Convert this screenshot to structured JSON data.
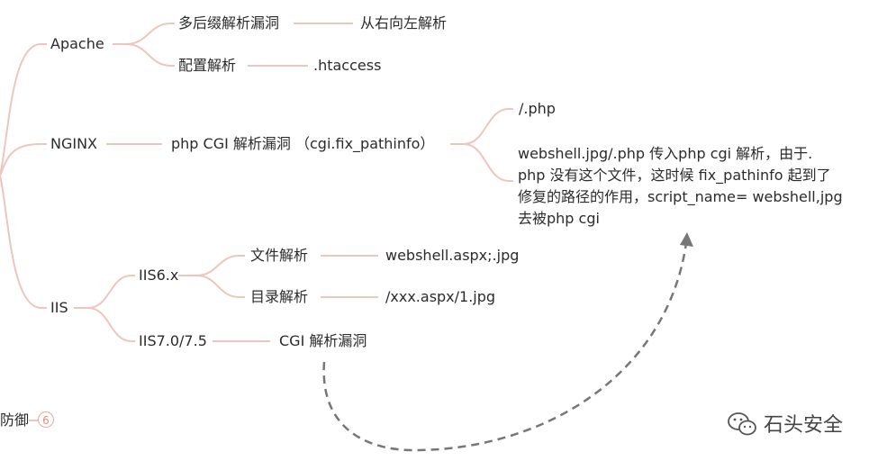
{
  "branches": {
    "apache": "Apache",
    "nginx": "NGINX",
    "iis": "IIS"
  },
  "apache": {
    "multi_suffix": "多后缀解析漏洞",
    "multi_suffix_detail": "从右向左解析",
    "config": "配置解析",
    "config_detail": ".htaccess"
  },
  "nginx": {
    "cgi": "php CGI 解析漏洞 （cgi.fix_pathinfo）",
    "detail_1": "/.php",
    "note_lines": [
      "webshell.jpg/.php 传入php cgi 解析，由于.",
      "php 没有这个文件，这时候 fix_pathinfo 起到了",
      "修复的路径的作用，script_name= webshell,jpg",
      "去被php cgi"
    ]
  },
  "iis": {
    "v6": "IIS6.x",
    "file_parse": "文件解析",
    "file_parse_detail": "webshell.aspx;.jpg",
    "dir_parse": "目录解析",
    "dir_parse_detail": "/xxx.aspx/1.jpg",
    "v7": "IIS7.0/7.5",
    "v7_detail": "CGI 解析漏洞"
  },
  "defense": {
    "label": "防御",
    "badge": "6"
  },
  "watermark": "石头安全",
  "colors": {
    "branch_line": "#ecc6bf",
    "arrow": "#777777"
  }
}
